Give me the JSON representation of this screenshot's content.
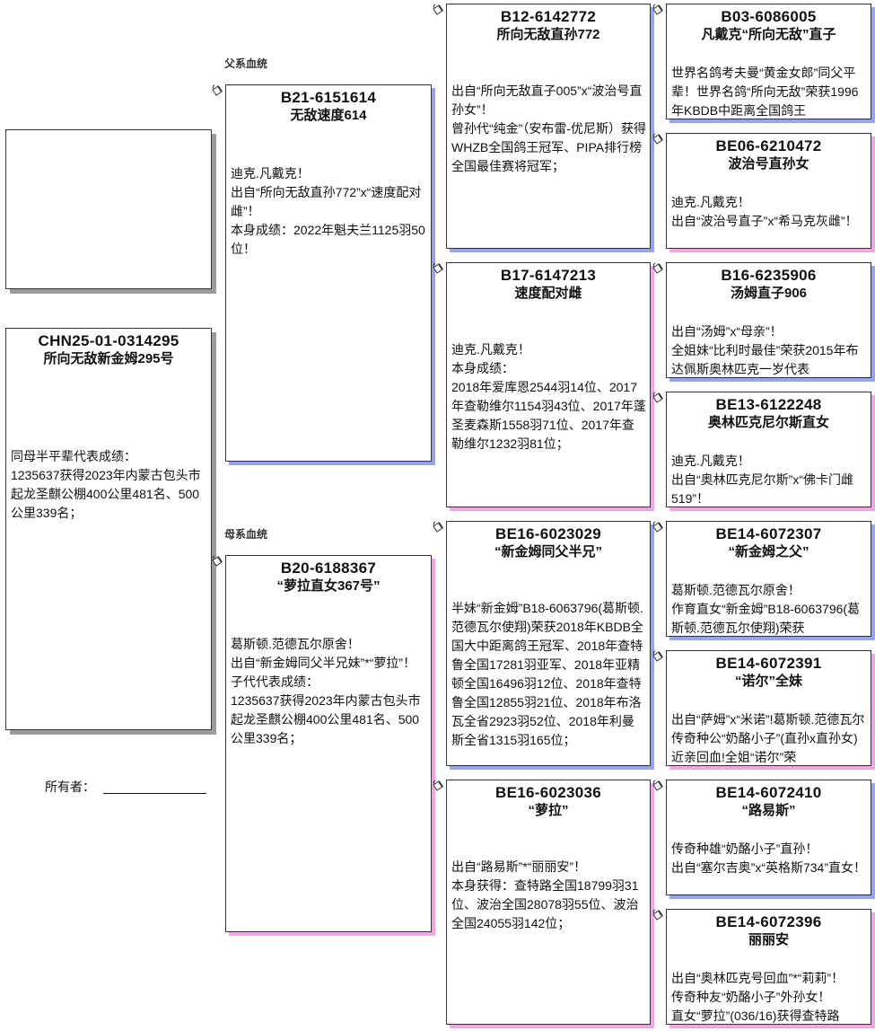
{
  "labels": {
    "sire_line": "父系血统",
    "dam_line": "母系血统",
    "owner": "所有者："
  },
  "subject": {
    "id": "CHN25-01-0314295",
    "name": "所向无敌新金姆295号",
    "body": "同母半平辈代表成绩：\n1235637获得2023年内蒙古包头市起龙圣麒公棚400公里481名、500公里339名；"
  },
  "sire": {
    "id": "B21-6151614",
    "name": "无敌速度614",
    "body": "迪克.凡戴克！\n出自“所向无敌直孙772”x“速度配对雌”！\n本身成绩：2022年魁夫兰1125羽50位！"
  },
  "dam": {
    "id": "B20-6188367",
    "name": "“萝拉直女367号”",
    "body": "葛斯顿.范德瓦尔原舍！\n出自“新金姆同父半兄妹”*“萝拉”！\n子代代表成绩：\n1235637获得2023年内蒙古包头市起龙圣麒公棚400公里481名、500公里339名；"
  },
  "gen2": [
    {
      "id": "B12-6142772",
      "name": "所向无敌直孙772",
      "body": "出自“所向无敌直子005”x“波治号直孙女”！\n曾孙代“纯金”（安布雷-优尼斯）获得WHZB全国鸽王冠军、PIPA排行榜全国最佳赛将冠军；"
    },
    {
      "id": "B17-6147213",
      "name": "速度配对雌",
      "body": "迪克.凡戴克！\n本身成绩：\n2018年爱库恩2544羽14位、2017年查勒维尔1154羽43位、2017年蓬圣麦森斯1558羽71位、2017年查勒维尔1232羽81位；"
    },
    {
      "id": "BE16-6023029",
      "name": "“新金姆同父半兄”",
      "body": "半妹“新金姆”B18-6063796(葛斯顿.范德瓦尔使翔)荣获2018年KBDB全国大中距离鸽王冠军、2018年查特鲁全国17281羽亚军、2018年亚精顿全国16496羽12位、2018年查特鲁全国12855羽21位、2018年布洛瓦全省2923羽52位、2018年利曼斯全省1315羽165位；"
    },
    {
      "id": "BE16-6023036",
      "name": "“萝拉”",
      "body": "出自“路易斯”*“丽丽安”！\n本身获得：查特路全国18799羽31位、波治全国28078羽55位、波治全国24055羽142位；"
    }
  ],
  "gen3": [
    {
      "id": "B03-6086005",
      "name": "凡戴克“所向无敌”直子",
      "body": "世界名鸽考夫曼“黄金女郎”同父平辈！世界名鸽“所向无敌”荣获1996年KBDB中距离全国鸽王"
    },
    {
      "id": "BE06-6210472",
      "name": "波治号直孙女",
      "body": "迪克.凡戴克！\n出自“波治号直子”x“希马克灰雌”！"
    },
    {
      "id": "B16-6235906",
      "name": "汤姆直子906",
      "body": "出自“汤姆”x“母亲”！\n全姐妹“比利时最佳”荣获2015年布达佩斯奥林匹克一岁代表"
    },
    {
      "id": "BE13-6122248",
      "name": "奥林匹克尼尔斯直女",
      "body": "迪克.凡戴克！\n出自“奥林匹克尼尔斯”x“佛卡门雌519”！"
    },
    {
      "id": "BE14-6072307",
      "name": "“新金姆之父”",
      "body": "葛斯顿.范德瓦尔原舍！\n作育直女“新金姆”B18-6063796(葛斯顿.范德瓦尔使翔)荣获"
    },
    {
      "id": "BE14-6072391",
      "name": "“诺尔”全妹",
      "body": "出自“萨姆”x“米诺”!葛斯顿.范德瓦尔传奇种公“奶酪小子”(直孙x直孙女)近亲回血!全姐“诺尔”荣"
    },
    {
      "id": "BE14-6072410",
      "name": "“路易斯”",
      "body": "传奇种雄“奶酪小子”直孙！\n出自“塞尔吉奥”x“英格斯734”直女！"
    },
    {
      "id": "BE14-6072396",
      "name": "丽丽安",
      "body": "出自“奥林匹克号回血”*“莉莉”！\n传奇种友“奶酪小子”外孙女！\n直女“萝拉”(036/16)获得查特路"
    }
  ]
}
